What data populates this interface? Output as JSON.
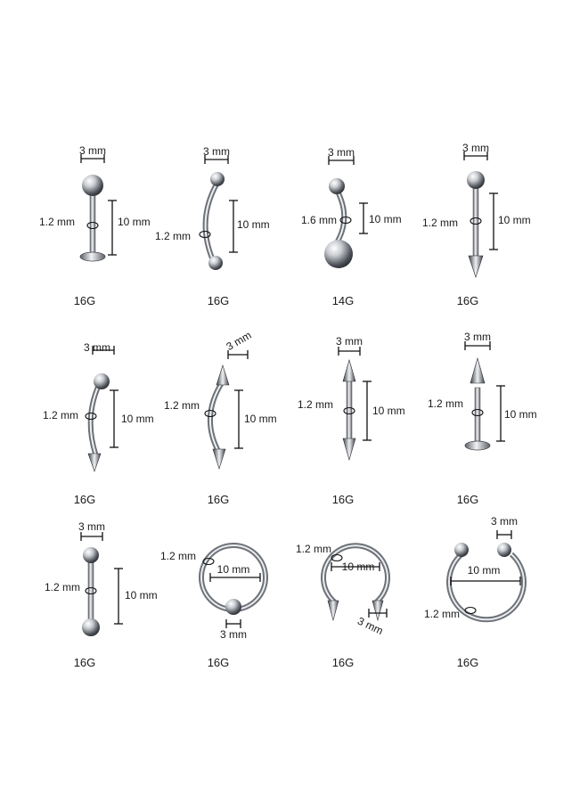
{
  "items": [
    {
      "type": "labret-ball",
      "gauge": "16G",
      "top": "3 mm",
      "side": "1.2 mm",
      "length": "10 mm"
    },
    {
      "type": "curved-barbell-ball",
      "gauge": "16G",
      "top": "3 mm",
      "side": "1.2 mm",
      "length": "10 mm"
    },
    {
      "type": "belly-ring",
      "gauge": "14G",
      "top": "3 mm",
      "side": "1.6 mm",
      "length": "10 mm"
    },
    {
      "type": "straight-barbell-spike",
      "gauge": "16G",
      "top": "3 mm",
      "side": "1.2 mm",
      "length": "10 mm"
    },
    {
      "type": "curved-barbell-ball-spike",
      "gauge": "16G",
      "top": "3 mm",
      "side": "1.2 mm",
      "length": "10 mm"
    },
    {
      "type": "curved-barbell-double-spike",
      "gauge": "16G",
      "top": "3 mm",
      "side": "1.2 mm",
      "length": "10 mm"
    },
    {
      "type": "straight-barbell-double-spike",
      "gauge": "16G",
      "top": "3 mm",
      "side": "1.2 mm",
      "length": "10 mm"
    },
    {
      "type": "labret-spike",
      "gauge": "16G",
      "top": "3 mm",
      "side": "1.2 mm",
      "length": "10 mm"
    },
    {
      "type": "straight-barbell-ball",
      "gauge": "16G",
      "top": "3 mm",
      "side": "1.2 mm",
      "length": "10 mm"
    },
    {
      "type": "captive-bead-ring",
      "gauge": "16G",
      "bead": "3 mm",
      "side": "1.2 mm",
      "diameter": "10 mm"
    },
    {
      "type": "horseshoe-spike",
      "gauge": "16G",
      "bead": "3 mm",
      "side": "1.2 mm",
      "diameter": "10 mm"
    },
    {
      "type": "horseshoe-ball",
      "gauge": "16G",
      "bead": "3 mm",
      "side": "1.2 mm",
      "diameter": "10 mm"
    }
  ]
}
